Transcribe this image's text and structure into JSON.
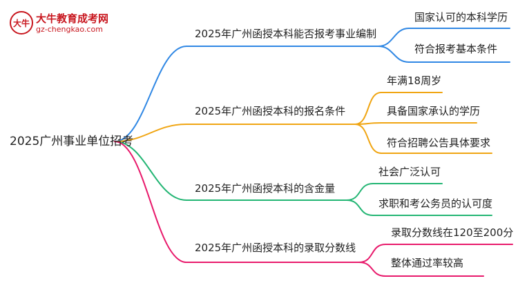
{
  "logo": {
    "title": "大牛教育成考网",
    "url": "gz-chengkao.com",
    "badge_text": "大牛"
  },
  "root": {
    "label": "2025广州事业单位招考"
  },
  "branches": [
    {
      "label": "2025年广州函授本科能否报考事业编制",
      "color": "#2f87e4",
      "children": [
        "国家认可的本科学历",
        "符合报考基本条件"
      ]
    },
    {
      "label": "2025年广州函授本科的报名条件",
      "color": "#f0a512",
      "children": [
        "年满18周岁",
        "具备国家承认的学历",
        "符合招聘公告具体要求"
      ]
    },
    {
      "label": "2025年广州函授本科的含金量",
      "color": "#22b573",
      "children": [
        "社会广泛认可",
        "求职和考公务员的认可度"
      ]
    },
    {
      "label": "2025年广州函授本科的录取分数线",
      "color": "#e8196b",
      "children": [
        "录取分数线在120至200分",
        "整体通过率较高"
      ]
    }
  ]
}
